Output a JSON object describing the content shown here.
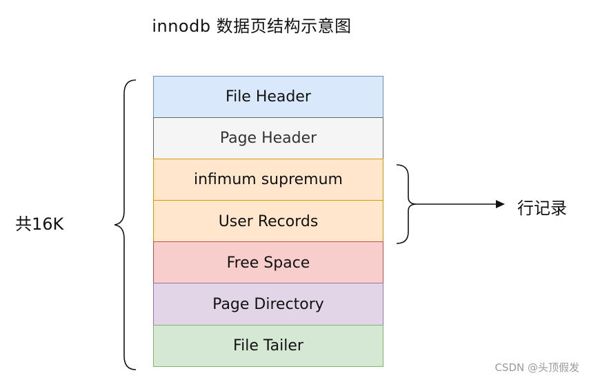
{
  "title": "innodb 数据页结构示意图",
  "blocks": [
    {
      "label": "File Header"
    },
    {
      "label": "Page Header"
    },
    {
      "label": "infimum supremum"
    },
    {
      "label": "User Records"
    },
    {
      "label": "Free Space"
    },
    {
      "label": "Page Directory"
    },
    {
      "label": "File Tailer"
    }
  ],
  "total_label": "共16K",
  "row_records_label": "行记录",
  "watermark": "CSDN @头顶假发",
  "colors": {
    "file_header": "#dae8fc",
    "page_header": "#f5f5f5",
    "records": "#ffe6cc",
    "free_space": "#f8cecc",
    "page_directory": "#e1d5e7",
    "file_tailer": "#d5e8d4"
  }
}
